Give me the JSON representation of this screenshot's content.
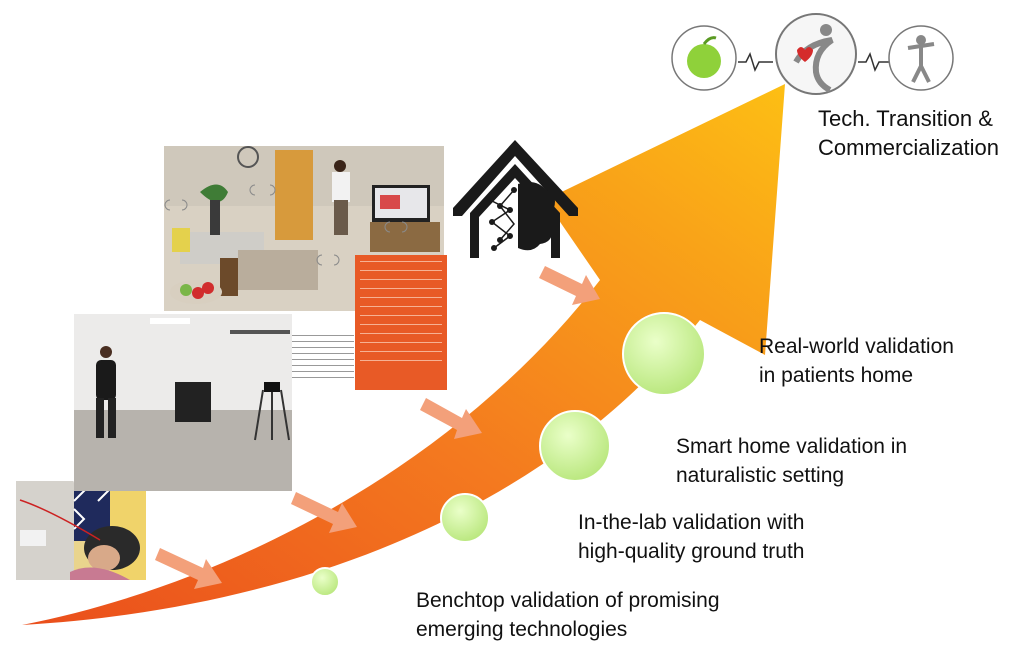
{
  "stages": [
    {
      "line1": "Benchtop validation of promising",
      "line2": "emerging technologies"
    },
    {
      "line1": "In-the-lab validation with",
      "line2": "high-quality ground truth"
    },
    {
      "line1": "Smart home validation in",
      "line2": "naturalistic setting"
    },
    {
      "line1": "Real-world validation",
      "line2": "in patients home"
    }
  ],
  "tech": {
    "line1": "Tech. Transition &",
    "line2": "Commercialization"
  },
  "colors": {
    "arrow_dark": "#ef5e1e",
    "arrow_mid": "#f7941d",
    "arrow_light": "#fdb813",
    "milestone_fill": "#c9ef8f",
    "milestone_stroke": "#ffffff",
    "pointer_arrow": "#f3a07a"
  },
  "icons": [
    "apple-icon",
    "heart-person-icon",
    "stretching-person-icon",
    "brain-house-icon"
  ]
}
